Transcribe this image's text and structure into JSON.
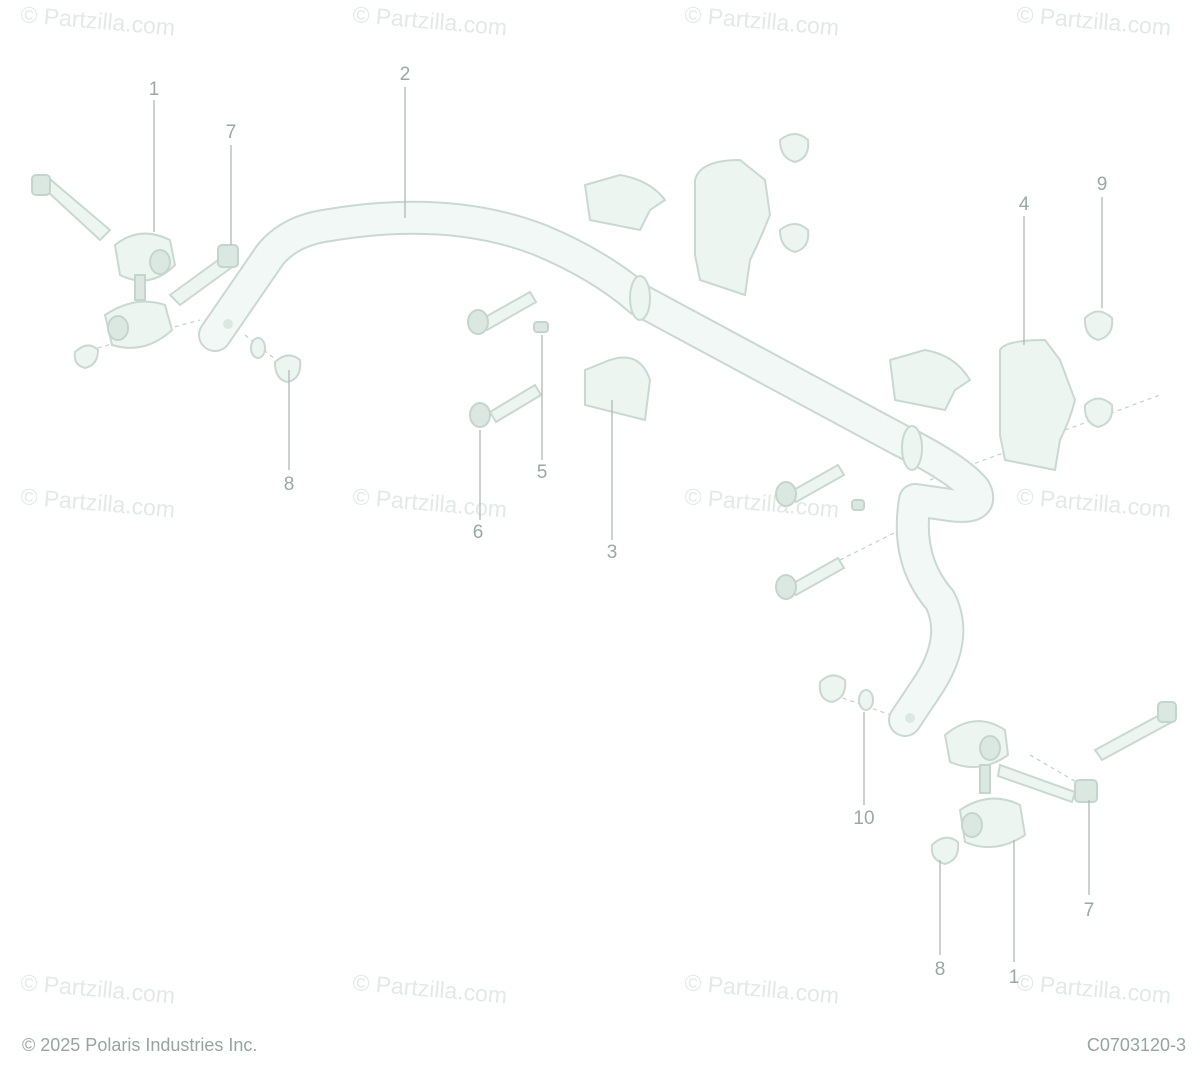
{
  "watermark": "© Partzilla.com",
  "copyright": "© 2025 Polaris Industries Inc.",
  "diagram_code": "C0703120-3",
  "callouts": [
    {
      "id": "c1a",
      "label": "1"
    },
    {
      "id": "c2",
      "label": "2"
    },
    {
      "id": "c7a",
      "label": "7"
    },
    {
      "id": "c9",
      "label": "9"
    },
    {
      "id": "c4",
      "label": "4"
    },
    {
      "id": "c8a",
      "label": "8"
    },
    {
      "id": "c5",
      "label": "5"
    },
    {
      "id": "c6",
      "label": "6"
    },
    {
      "id": "c3",
      "label": "3"
    },
    {
      "id": "c10",
      "label": "10"
    },
    {
      "id": "c7b",
      "label": "7"
    },
    {
      "id": "c8b",
      "label": "8"
    },
    {
      "id": "c1b",
      "label": "1"
    }
  ]
}
